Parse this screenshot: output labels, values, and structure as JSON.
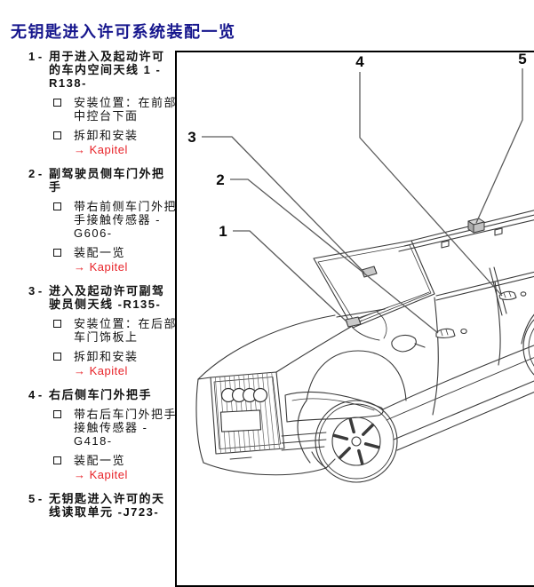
{
  "title": "无钥匙进入许可系统装配一览",
  "colors": {
    "title_navy": "#16168d",
    "link_red": "#e82228"
  },
  "legend": {
    "items": [
      {
        "num": "1 -",
        "heading": "用于进入及起动许可的车内空间天线 1 - R138-",
        "bullets": [
          {
            "text": "安装位置：在前部中控台下面",
            "link": ""
          },
          {
            "text": "拆卸和安装",
            "link": "→ Kapitel"
          }
        ]
      },
      {
        "num": "2 -",
        "heading": "副驾驶员侧车门外把手",
        "bullets": [
          {
            "text": "带右前侧车门外把手接触传感器 - G606-",
            "link": ""
          },
          {
            "text": "装配一览",
            "link": "→ Kapitel"
          }
        ]
      },
      {
        "num": "3 -",
        "heading": "进入及起动许可副驾驶员侧天线 -R135-",
        "bullets": [
          {
            "text": "安装位置：在后部车门饰板上",
            "link": ""
          },
          {
            "text": "拆卸和安装",
            "link": "→ Kapitel"
          }
        ]
      },
      {
        "num": "4 -",
        "heading": "右后侧车门外把手",
        "bullets": [
          {
            "text": "带右后车门外把手接触传感器 - G418-",
            "link": ""
          },
          {
            "text": "装配一览",
            "link": "→ Kapitel"
          }
        ]
      },
      {
        "num": "5 -",
        "heading": "无钥匙进入许可的天线读取单元 -J723-",
        "bullets": []
      }
    ]
  },
  "figure": {
    "callouts": [
      {
        "label": "1"
      },
      {
        "label": "2"
      },
      {
        "label": "3"
      },
      {
        "label": "4"
      },
      {
        "label": "5"
      }
    ]
  }
}
